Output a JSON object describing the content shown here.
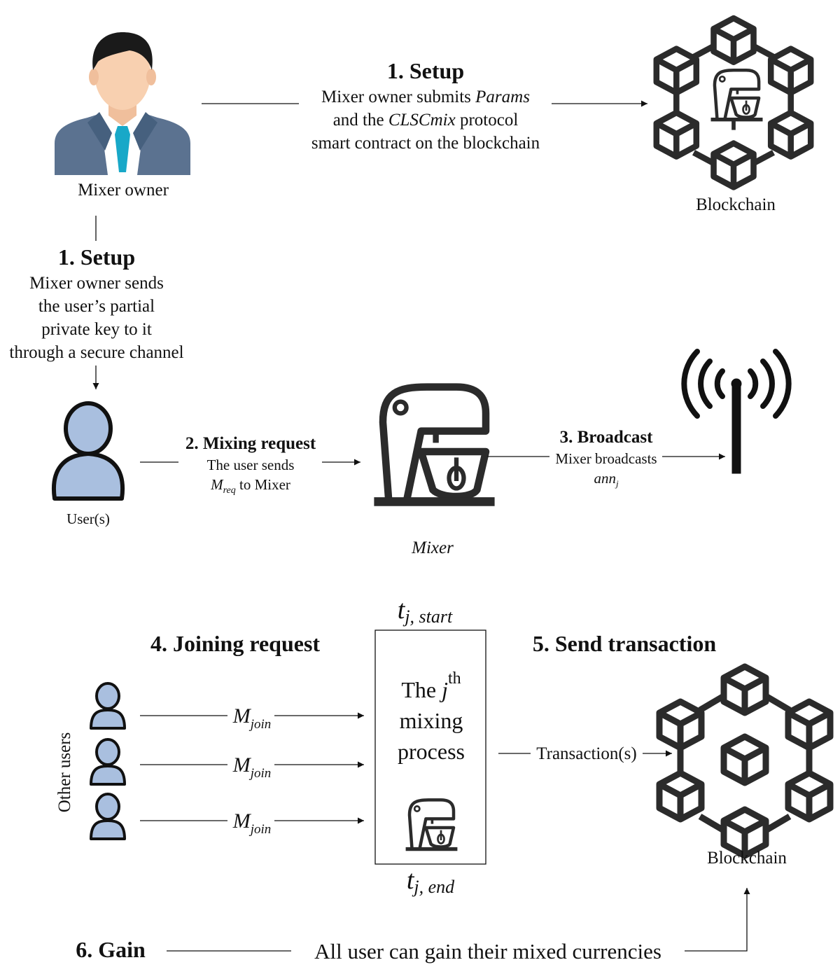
{
  "actors": {
    "mixer_owner": "Mixer owner",
    "blockchain_top": "Blockchain",
    "users": "User(s)",
    "mixer": "Mixer",
    "other_users": "Other users",
    "blockchain_bottom": "Blockchain"
  },
  "step1_top": {
    "title": "1. Setup",
    "line1_pre": "Mixer owner submits ",
    "line1_em": "Params",
    "line2_pre": "and the ",
    "line2_em": "CLSCmix",
    "line2_post": " protocol",
    "line3": "smart contract on the blockchain"
  },
  "step1_left": {
    "title": "1. Setup",
    "lines": [
      "Mixer owner sends",
      "the user’s partial",
      "private key to it",
      "through a secure channel"
    ]
  },
  "step2": {
    "title": "2. Mixing request",
    "line1": "The user sends",
    "msg_base": "M",
    "msg_sub": "req",
    "msg_post": " to Mixer"
  },
  "step3": {
    "title": "3. Broadcast",
    "line1": "Mixer broadcasts",
    "ann_base": "ann",
    "ann_sub": "j"
  },
  "step4": {
    "title": "4. Joining request",
    "msg_base": "M",
    "msg_sub": "join"
  },
  "process": {
    "start_base": "t",
    "start_sub": "j, start",
    "end_base": "t",
    "end_sub": "j, end",
    "line1_pre": "The ",
    "line1_em": "j",
    "line1_sup": "th",
    "line2": "mixing",
    "line3": "process"
  },
  "step5": {
    "title": "5. Send transaction",
    "label": "Transaction(s)"
  },
  "step6": {
    "title": "6. Gain",
    "label": "All user can gain their mixed currencies"
  },
  "colors": {
    "suit": "#5b7290",
    "skin": "#f8d0b0",
    "hair": "#1a1a1a",
    "tie": "#18a8c8",
    "user_fill": "#a9bfdf",
    "ink": "#2b2b2b"
  }
}
